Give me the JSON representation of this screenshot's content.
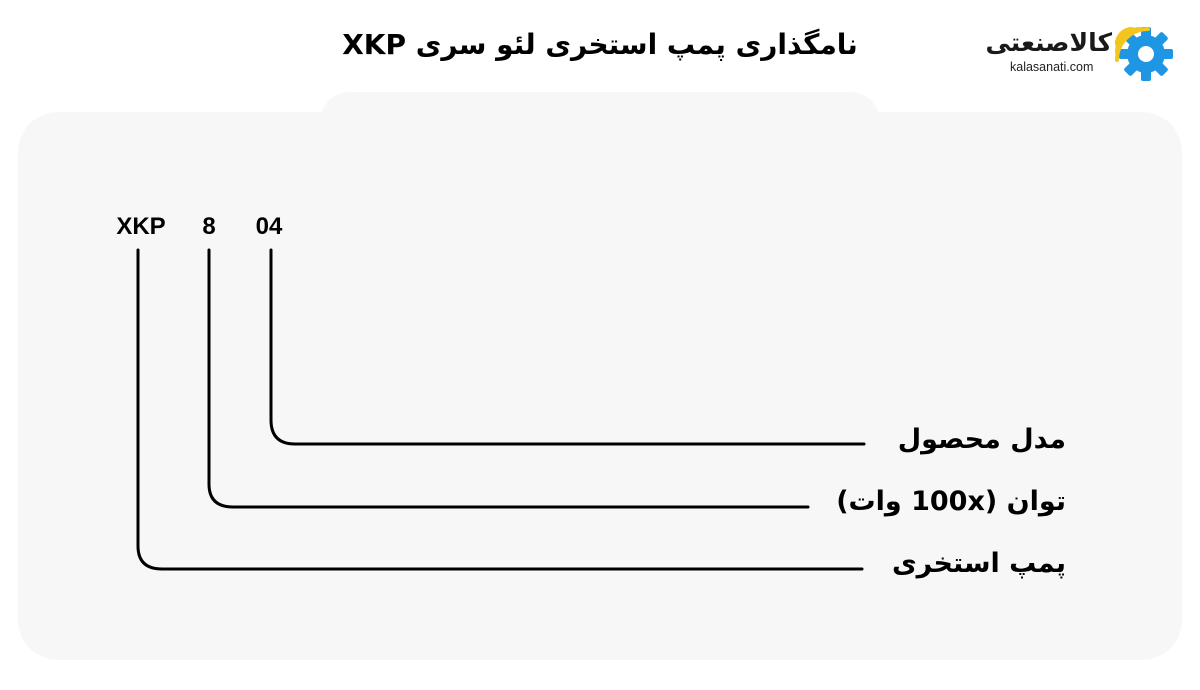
{
  "title": "نامگذاری پمپ استخری لئو سری XKP",
  "logo": {
    "name_fa": "کالاصنعتی",
    "domain": "kalasanati.com",
    "icon": "gear-wifi-logo-icon",
    "colors": {
      "gear": "#1e96e4",
      "signal": "#f4c51c"
    }
  },
  "model_code": {
    "segments": [
      "XKP",
      "8",
      "04"
    ]
  },
  "legend": [
    {
      "segment": "04",
      "label": "مدل محصول"
    },
    {
      "segment": "8",
      "label": "توان (100x وات)"
    },
    {
      "segment": "XKP",
      "label": "پمپ استخری"
    }
  ],
  "colors": {
    "panel": "#f7f7f7",
    "line": "#000000",
    "text": "#000000"
  }
}
